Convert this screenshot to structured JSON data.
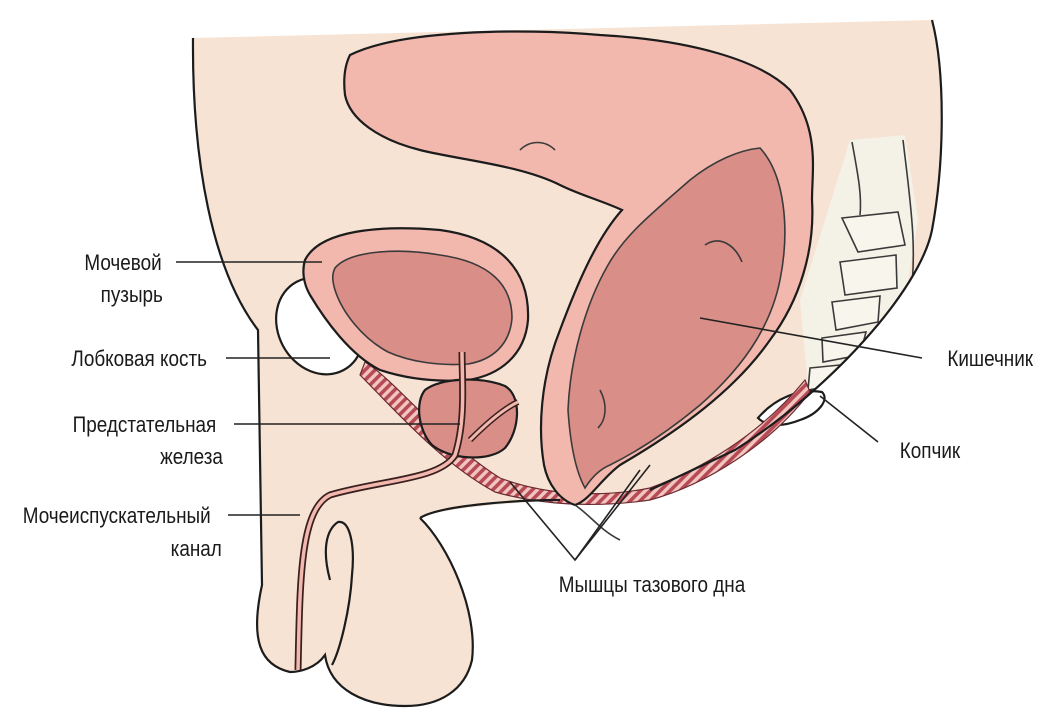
{
  "labels": {
    "bladder_line1": "Мочевой",
    "bladder_line2": "пузырь",
    "pubic_bone": "Лобковая кость",
    "prostate_line1": "Предстательная",
    "prostate_line2": "железа",
    "urethra_line1": "Мочеиспускательный",
    "urethra_line2": "канал",
    "intestine": "Кишечник",
    "coccyx": "Копчик",
    "pelvic_floor": "Мышцы тазового дна"
  },
  "colors": {
    "background": "#ffffff",
    "skin": "#f6e3d4",
    "organ_pink": "#f2b8ae",
    "organ_dark": "#d98e87",
    "muscle_red": "#b74b55",
    "bone": "#ffffff",
    "spine": "#f4f1e6",
    "outline": "#1c1c1c"
  }
}
